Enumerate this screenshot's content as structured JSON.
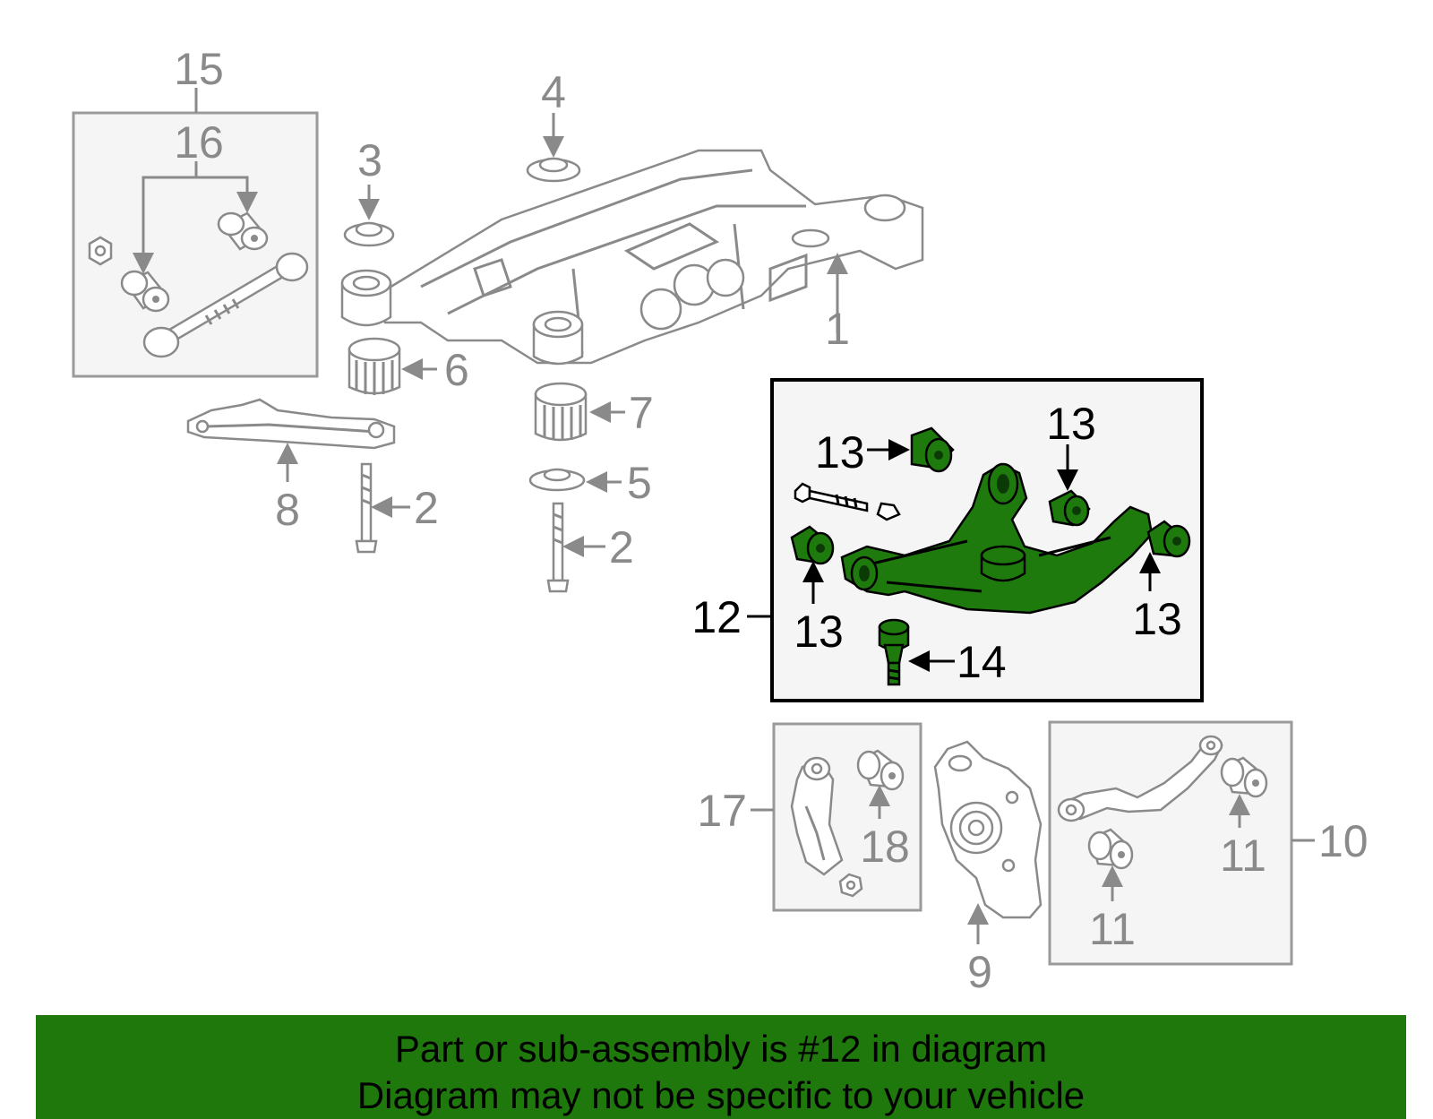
{
  "callouts": {
    "c1": "1",
    "c2a": "2",
    "c2b": "2",
    "c3": "3",
    "c4": "4",
    "c5": "5",
    "c6": "6",
    "c7": "7",
    "c8": "8",
    "c9": "9",
    "c10": "10",
    "c11a": "11",
    "c11b": "11",
    "c12": "12",
    "c13a": "13",
    "c13b": "13",
    "c13c": "13",
    "c13d": "13",
    "c14": "14",
    "c15": "15",
    "c16": "16",
    "c17": "17",
    "c18": "18"
  },
  "banner": {
    "line1": "Part or sub-assembly is #12 in diagram",
    "line2": "Diagram may not be specific to your vehicle"
  },
  "colors": {
    "highlight": "#1f7a0e",
    "banner": "#1e780c",
    "line_art": "#8a8a8a"
  }
}
